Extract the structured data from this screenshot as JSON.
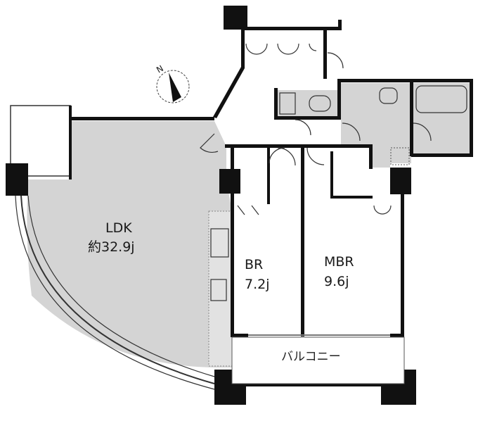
{
  "compass": {
    "label": "N",
    "icon": "north-arrow-icon"
  },
  "rooms": {
    "ldk": {
      "name": "LDK",
      "size": "約32.9j"
    },
    "br": {
      "name": "BR",
      "size": "7.2j"
    },
    "mbr": {
      "name": "MBR",
      "size": "9.6j"
    },
    "balcony": {
      "name": "バルコニー"
    }
  },
  "colors": {
    "wall": "#111111",
    "floor_shaded": "#d4d4d4",
    "background": "#ffffff"
  }
}
